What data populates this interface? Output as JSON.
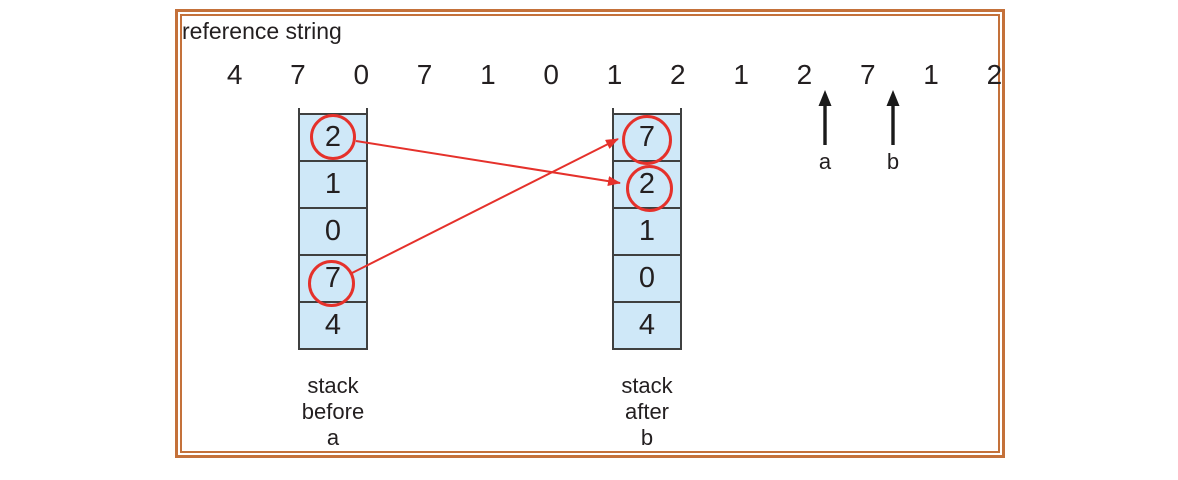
{
  "title": "reference string",
  "reference_string": {
    "digits": [
      "4",
      "7",
      "0",
      "7",
      "1",
      "0",
      "1",
      "2",
      "1",
      "2",
      "7",
      "1",
      "2"
    ]
  },
  "stack_before": {
    "cells": [
      "2",
      "1",
      "0",
      "7",
      "4"
    ],
    "circled_values": [
      "2",
      "7"
    ],
    "label": [
      "stack",
      "before",
      "a"
    ]
  },
  "stack_after": {
    "cells": [
      "7",
      "2",
      "1",
      "0",
      "4"
    ],
    "circled_values": [
      "7",
      "2"
    ],
    "label": [
      "stack",
      "after",
      "b"
    ]
  },
  "markers": {
    "a": "a",
    "b": "b"
  },
  "colors": {
    "frame": "#c4713a",
    "cell_fill": "#cfe8f8",
    "cell_border": "#3f4040",
    "highlight_red": "#e5312b",
    "arrow_black": "#1a1a1a",
    "text": "#231f20"
  }
}
